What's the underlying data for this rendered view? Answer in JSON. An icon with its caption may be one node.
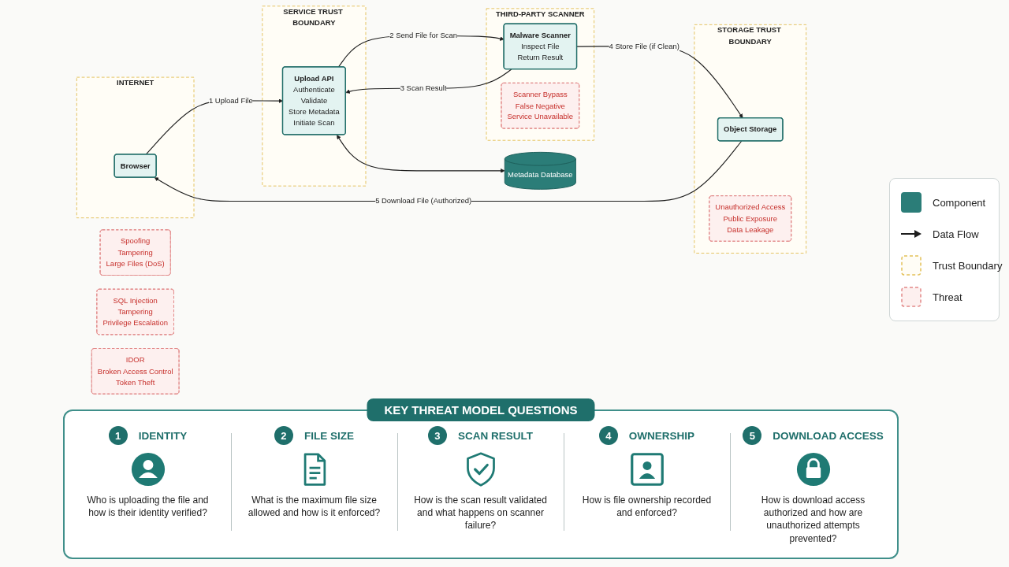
{
  "diagram": {
    "nodes": [
      {
        "text": [
          "INTERNET"
        ]
      },
      {
        "text": [
          "Browser"
        ],
        "in": 0
      },
      {
        "text": [
          "SERVICE TRUST BOUNDARY"
        ]
      },
      {
        "text": [
          "Upload API",
          "Authenticate",
          "Validate",
          "Store Metadata",
          "Initiate Scan"
        ],
        "in": 2
      },
      {
        "text": [
          "THIRD-PARTY SCANNER"
        ]
      },
      {
        "text": [
          "Malware Scanner",
          "Inspect File",
          "Return Result"
        ],
        "in": 4
      },
      {
        "text": [
          "Scanner Bypass",
          "False Negative",
          "Service Unavailable"
        ],
        "in": 4
      },
      {
        "text": [
          "STORAGE TRUST BOUNDARY"
        ]
      },
      {
        "text": [
          "Object Storage"
        ],
        "in": 7
      },
      {
        "text": [
          "Unauthorized Access",
          "Public Exposure",
          "Data Leakage"
        ],
        "in": 7
      },
      {
        "text": [
          "Spoofing",
          "Tampering",
          "Large Files (DoS)"
        ]
      },
      {
        "text": [
          "Metadata Database"
        ]
      },
      {
        "text": [
          "SQL Injection",
          "Tampering",
          "Privilege Escalation"
        ]
      },
      {
        "text": [
          "IDOR",
          "Broken Access Control",
          "Token Theft"
        ]
      }
    ],
    "edges": [
      {
        "from": 1,
        "to": 3,
        "arrow": "to",
        "label": "1 Upload File"
      },
      {
        "from": 3,
        "to": 5,
        "arrow": "to",
        "label": "2 Send File for Scan"
      },
      {
        "from": 5,
        "to": 3,
        "arrow": "to",
        "label": "3 Scan Result"
      },
      {
        "from": 5,
        "to": 8,
        "arrow": "to",
        "label": "4 Store File (if Clean)"
      },
      {
        "from": 3,
        "to": 11,
        "arrow": "both"
      },
      {
        "from": 8,
        "to": 1,
        "arrow": "to",
        "label": "5 Download File (Authorized)"
      }
    ],
    "labels": [
      "KEY THREAT MODEL QUESTIONS",
      "1",
      "IDENTITY",
      "2",
      "FILE SIZE",
      "3",
      "SCAN RESULT",
      "4",
      "OWNERSHIP",
      "5",
      "DOWNLOAD ACCESS",
      "Who is uploading the file and how is their identity verified?",
      "What is the maximum file size allowed and how is it enforced?",
      "How is the scan result validated and what happens on scanner failure?",
      "How is file ownership recorded and enforced?",
      "How is download access authorized and how are unauthorized attempts prevented?"
    ],
    "legend": [
      {
        "text": "Component",
        "color": "#2b7d78"
      },
      {
        "text": "Data Flow"
      },
      {
        "text": "Trust Boundary"
      },
      {
        "text": "Threat"
      }
    ]
  }
}
